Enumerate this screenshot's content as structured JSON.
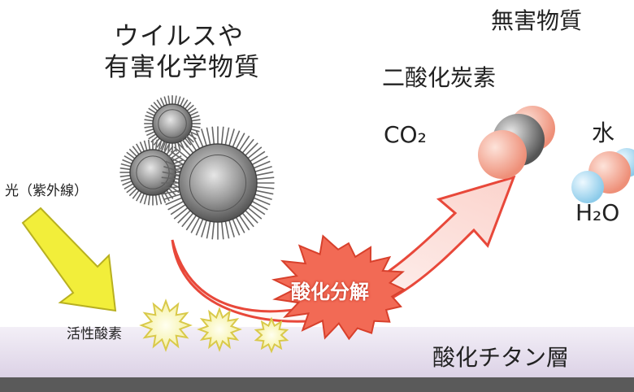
{
  "labels": {
    "pollutants_line1": "ウイルスや",
    "pollutants_line2": "有害化学物質",
    "harmless": "無害物質",
    "carbon_dioxide": "二酸化炭素",
    "co2_formula": "CO₂",
    "water": "水",
    "h2o_formula": "H₂O",
    "light": "光（紫外線）",
    "active_oxygen": "活性酸素",
    "decomposition": "酸化分解",
    "titanium_layer": "酸化チタン層"
  },
  "colors": {
    "light_arrow": "#f2ee3a",
    "reaction_arrow": "#e8483a",
    "burst": "#f26a55",
    "layer_band": "#e6dfee",
    "substrate": "#5a5a5a",
    "oxygen_atom": "#f4a28e",
    "carbon_atom": "#7a7a7a",
    "hydrogen_atom": "#a8daf2"
  }
}
